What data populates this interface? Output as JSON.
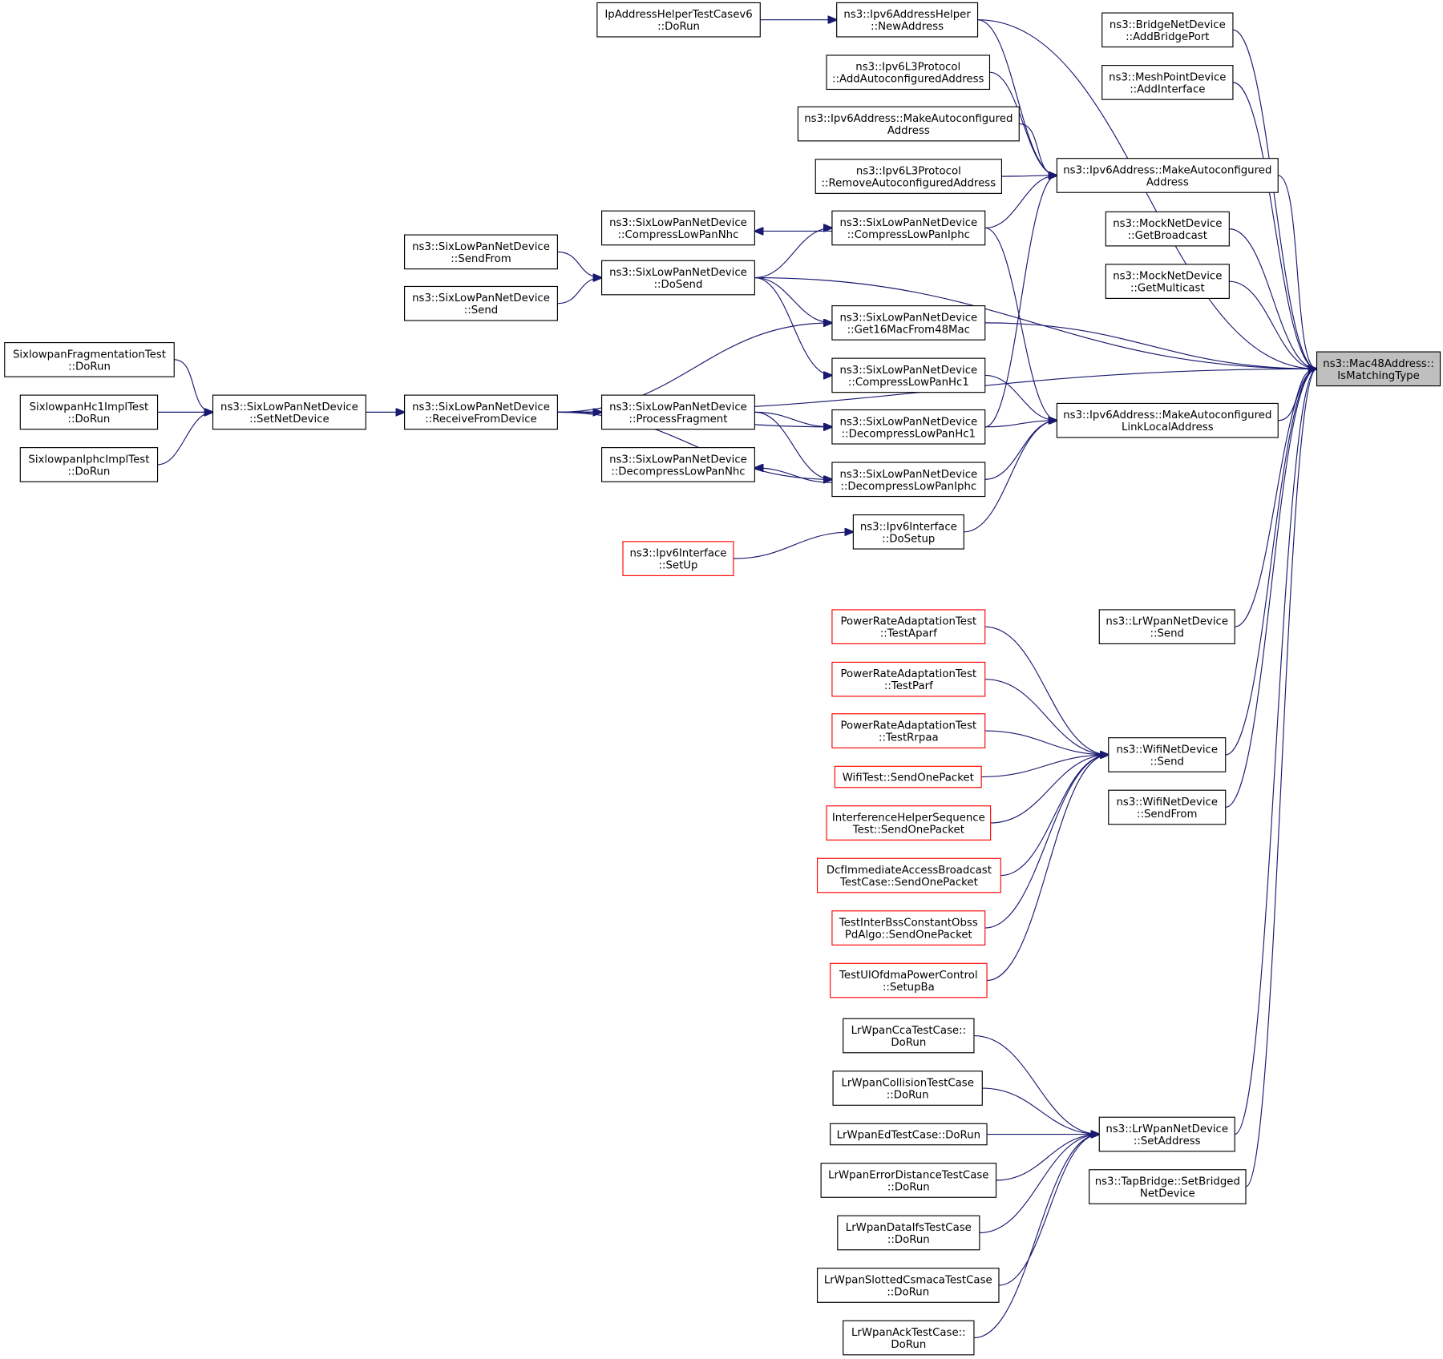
{
  "diagram_title": "",
  "colors": {
    "edge": "#191970",
    "node_border": "#000000",
    "node_border_incomplete": "#ff0000",
    "focus_fill": "#bfbfbf",
    "background": "#ffffff"
  },
  "nodes": {
    "target": {
      "lines": [
        "ns3::Mac48Address::",
        "IsMatchingType"
      ],
      "style": "focus"
    },
    "bridge_add": {
      "lines": [
        "ns3::BridgeNetDevice",
        "::AddBridgePort"
      ],
      "style": "normal"
    },
    "mesh_add": {
      "lines": [
        "ns3::MeshPointDevice",
        "::AddInterface"
      ],
      "style": "normal"
    },
    "make_auto_addr": {
      "lines": [
        "ns3::Ipv6Address::MakeAutoconfigured",
        "Address"
      ],
      "style": "normal"
    },
    "mock_bcast": {
      "lines": [
        "ns3::MockNetDevice",
        "::GetBroadcast"
      ],
      "style": "normal"
    },
    "mock_mcast": {
      "lines": [
        "ns3::MockNetDevice",
        "::GetMulticast"
      ],
      "style": "normal"
    },
    "make_auto_ll": {
      "lines": [
        "ns3::Ipv6Address::MakeAutoconfigured",
        "LinkLocalAddress"
      ],
      "style": "normal"
    },
    "lrwpan_send": {
      "lines": [
        "ns3::LrWpanNetDevice",
        "::Send"
      ],
      "style": "normal"
    },
    "wifi_send": {
      "lines": [
        "ns3::WifiNetDevice",
        "::Send"
      ],
      "style": "normal"
    },
    "wifi_sendfrom": {
      "lines": [
        "ns3::WifiNetDevice",
        "::SendFrom"
      ],
      "style": "normal"
    },
    "lrwpan_setaddr": {
      "lines": [
        "ns3::LrWpanNetDevice",
        "::SetAddress"
      ],
      "style": "normal"
    },
    "tap_set": {
      "lines": [
        "ns3::TapBridge::SetBridged",
        "NetDevice"
      ],
      "style": "normal"
    },
    "ip6helper_new": {
      "lines": [
        "ns3::Ipv6AddressHelper",
        "::NewAddress"
      ],
      "style": "normal"
    },
    "l3_addauto": {
      "lines": [
        "ns3::Ipv6L3Protocol",
        "::AddAutoconfiguredAddress"
      ],
      "style": "normal"
    },
    "make_auto_addr2": {
      "lines": [
        "ns3::Ipv6Address::MakeAutoconfigured",
        "Address"
      ],
      "style": "normal"
    },
    "l3_removeauto": {
      "lines": [
        "ns3::Ipv6L3Protocol",
        "::RemoveAutoconfiguredAddress"
      ],
      "style": "normal"
    },
    "six_compress_iphc": {
      "lines": [
        "ns3::SixLowPanNetDevice",
        "::CompressLowPanIphc"
      ],
      "style": "normal"
    },
    "six_get16": {
      "lines": [
        "ns3::SixLowPanNetDevice",
        "::Get16MacFrom48Mac"
      ],
      "style": "normal"
    },
    "six_compress_hc1": {
      "lines": [
        "ns3::SixLowPanNetDevice",
        "::CompressLowPanHc1"
      ],
      "style": "normal"
    },
    "six_decompress_hc1": {
      "lines": [
        "ns3::SixLowPanNetDevice",
        "::DecompressLowPanHc1"
      ],
      "style": "normal"
    },
    "six_decompress_iphc": {
      "lines": [
        "ns3::SixLowPanNetDevice",
        "::DecompressLowPanIphc"
      ],
      "style": "normal"
    },
    "ipv6if_dosetup": {
      "lines": [
        "ns3::Ipv6Interface",
        "::DoSetup"
      ],
      "style": "normal"
    },
    "ipaddr_test": {
      "lines": [
        "IpAddressHelperTestCasev6",
        "::DoRun"
      ],
      "style": "normal"
    },
    "six_compress_nhc": {
      "lines": [
        "ns3::SixLowPanNetDevice",
        "::CompressLowPanNhc"
      ],
      "style": "normal"
    },
    "six_dosend": {
      "lines": [
        "ns3::SixLowPanNetDevice",
        "::DoSend"
      ],
      "style": "normal"
    },
    "six_processfrag": {
      "lines": [
        "ns3::SixLowPanNetDevice",
        "::ProcessFragment"
      ],
      "style": "normal"
    },
    "six_decompress_nhc": {
      "lines": [
        "ns3::SixLowPanNetDevice",
        "::DecompressLowPanNhc"
      ],
      "style": "normal"
    },
    "six_sendfrom": {
      "lines": [
        "ns3::SixLowPanNetDevice",
        "::SendFrom"
      ],
      "style": "normal"
    },
    "six_send": {
      "lines": [
        "ns3::SixLowPanNetDevice",
        "::Send"
      ],
      "style": "normal"
    },
    "six_receive": {
      "lines": [
        "ns3::SixLowPanNetDevice",
        "::ReceiveFromDevice"
      ],
      "style": "normal"
    },
    "six_setnetdev": {
      "lines": [
        "ns3::SixLowPanNetDevice",
        "::SetNetDevice"
      ],
      "style": "normal"
    },
    "sixfrag_test": {
      "lines": [
        "SixlowpanFragmentationTest",
        "::DoRun"
      ],
      "style": "normal"
    },
    "sixhc1_test": {
      "lines": [
        "SixlowpanHc1ImplTest",
        "::DoRun"
      ],
      "style": "normal"
    },
    "sixiphc_test": {
      "lines": [
        "SixlowpanIphcImplTest",
        "::DoRun"
      ],
      "style": "normal"
    },
    "ipv6if_setup": {
      "lines": [
        "ns3::Ipv6Interface",
        "::SetUp"
      ],
      "style": "incomplete"
    },
    "pra_aparf": {
      "lines": [
        "PowerRateAdaptationTest",
        "::TestAparf"
      ],
      "style": "incomplete"
    },
    "pra_parf": {
      "lines": [
        "PowerRateAdaptationTest",
        "::TestParf"
      ],
      "style": "incomplete"
    },
    "pra_rrpaa": {
      "lines": [
        "PowerRateAdaptationTest",
        "::TestRrpaa"
      ],
      "style": "incomplete"
    },
    "wifitest_send": {
      "lines": [
        "WifiTest::SendOnePacket"
      ],
      "style": "incomplete"
    },
    "interf_send": {
      "lines": [
        "InterferenceHelperSequence",
        "Test::SendOnePacket"
      ],
      "style": "incomplete"
    },
    "dcf_send": {
      "lines": [
        "DcfImmediateAccessBroadcast",
        "TestCase::SendOnePacket"
      ],
      "style": "incomplete"
    },
    "interbss_send": {
      "lines": [
        "TestInterBssConstantObss",
        "PdAlgo::SendOnePacket"
      ],
      "style": "incomplete"
    },
    "ulofdma_setup": {
      "lines": [
        "TestUlOfdmaPowerControl",
        "::SetupBa"
      ],
      "style": "incomplete"
    },
    "lr_cca": {
      "lines": [
        "LrWpanCcaTestCase::",
        "DoRun"
      ],
      "style": "normal"
    },
    "lr_collision": {
      "lines": [
        "LrWpanCollisionTestCase",
        "::DoRun"
      ],
      "style": "normal"
    },
    "lr_ed": {
      "lines": [
        "LrWpanEdTestCase::DoRun"
      ],
      "style": "normal"
    },
    "lr_errdist": {
      "lines": [
        "LrWpanErrorDistanceTestCase",
        "::DoRun"
      ],
      "style": "normal"
    },
    "lr_dataifs": {
      "lines": [
        "LrWpanDataIfsTestCase",
        "::DoRun"
      ],
      "style": "normal"
    },
    "lr_slotted": {
      "lines": [
        "LrWpanSlottedCsmacaTestCase",
        "::DoRun"
      ],
      "style": "normal"
    },
    "lr_ack": {
      "lines": [
        "LrWpanAckTestCase::",
        "DoRun"
      ],
      "style": "normal"
    }
  },
  "edges": [
    {
      "from": "bridge_add",
      "to": "target"
    },
    {
      "from": "mesh_add",
      "to": "target"
    },
    {
      "from": "make_auto_addr",
      "to": "target"
    },
    {
      "from": "mock_bcast",
      "to": "target"
    },
    {
      "from": "mock_mcast",
      "to": "target"
    },
    {
      "from": "make_auto_ll",
      "to": "target"
    },
    {
      "from": "lrwpan_send",
      "to": "target"
    },
    {
      "from": "wifi_send",
      "to": "target"
    },
    {
      "from": "wifi_sendfrom",
      "to": "target"
    },
    {
      "from": "lrwpan_setaddr",
      "to": "target"
    },
    {
      "from": "tap_set",
      "to": "target"
    },
    {
      "from": "ip6helper_new",
      "to": "target"
    },
    {
      "from": "six_dosend",
      "to": "target"
    },
    {
      "from": "six_get16",
      "to": "target"
    },
    {
      "from": "six_receive",
      "to": "target"
    },
    {
      "from": "ip6helper_new",
      "to": "make_auto_addr"
    },
    {
      "from": "l3_addauto",
      "to": "make_auto_addr"
    },
    {
      "from": "make_auto_addr2",
      "to": "make_auto_addr"
    },
    {
      "from": "l3_removeauto",
      "to": "make_auto_addr"
    },
    {
      "from": "six_compress_iphc",
      "to": "make_auto_addr"
    },
    {
      "from": "six_decompress_hc1",
      "to": "make_auto_addr"
    },
    {
      "from": "six_compress_hc1",
      "to": "make_auto_ll"
    },
    {
      "from": "six_decompress_hc1",
      "to": "make_auto_ll"
    },
    {
      "from": "six_decompress_iphc",
      "to": "make_auto_ll"
    },
    {
      "from": "six_compress_iphc",
      "to": "make_auto_ll"
    },
    {
      "from": "ipv6if_dosetup",
      "to": "make_auto_ll"
    },
    {
      "from": "ipaddr_test",
      "to": "ip6helper_new"
    },
    {
      "from": "six_compress_iphc",
      "to": "six_compress_nhc"
    },
    {
      "from": "six_dosend",
      "to": "six_compress_iphc"
    },
    {
      "from": "six_dosend",
      "to": "six_get16"
    },
    {
      "from": "six_dosend",
      "to": "six_compress_hc1"
    },
    {
      "from": "six_receive",
      "to": "six_get16"
    },
    {
      "from": "six_receive",
      "to": "six_decompress_hc1"
    },
    {
      "from": "six_receive",
      "to": "six_decompress_iphc"
    },
    {
      "from": "six_processfrag",
      "to": "six_decompress_hc1"
    },
    {
      "from": "six_processfrag",
      "to": "six_decompress_iphc"
    },
    {
      "from": "six_decompress_iphc",
      "to": "six_decompress_nhc"
    },
    {
      "from": "six_sendfrom",
      "to": "six_dosend"
    },
    {
      "from": "six_send",
      "to": "six_dosend"
    },
    {
      "from": "six_receive",
      "to": "six_processfrag"
    },
    {
      "from": "six_setnetdev",
      "to": "six_receive"
    },
    {
      "from": "sixfrag_test",
      "to": "six_setnetdev"
    },
    {
      "from": "sixhc1_test",
      "to": "six_setnetdev"
    },
    {
      "from": "sixiphc_test",
      "to": "six_setnetdev"
    },
    {
      "from": "ipv6if_setup",
      "to": "ipv6if_dosetup"
    },
    {
      "from": "pra_aparf",
      "to": "wifi_send"
    },
    {
      "from": "pra_parf",
      "to": "wifi_send"
    },
    {
      "from": "pra_rrpaa",
      "to": "wifi_send"
    },
    {
      "from": "wifitest_send",
      "to": "wifi_send"
    },
    {
      "from": "interf_send",
      "to": "wifi_send"
    },
    {
      "from": "dcf_send",
      "to": "wifi_send"
    },
    {
      "from": "interbss_send",
      "to": "wifi_send"
    },
    {
      "from": "ulofdma_setup",
      "to": "wifi_send"
    },
    {
      "from": "lr_cca",
      "to": "lrwpan_setaddr"
    },
    {
      "from": "lr_collision",
      "to": "lrwpan_setaddr"
    },
    {
      "from": "lr_ed",
      "to": "lrwpan_setaddr"
    },
    {
      "from": "lr_errdist",
      "to": "lrwpan_setaddr"
    },
    {
      "from": "lr_dataifs",
      "to": "lrwpan_setaddr"
    },
    {
      "from": "lr_slotted",
      "to": "lrwpan_setaddr"
    },
    {
      "from": "lr_ack",
      "to": "lrwpan_setaddr"
    }
  ]
}
